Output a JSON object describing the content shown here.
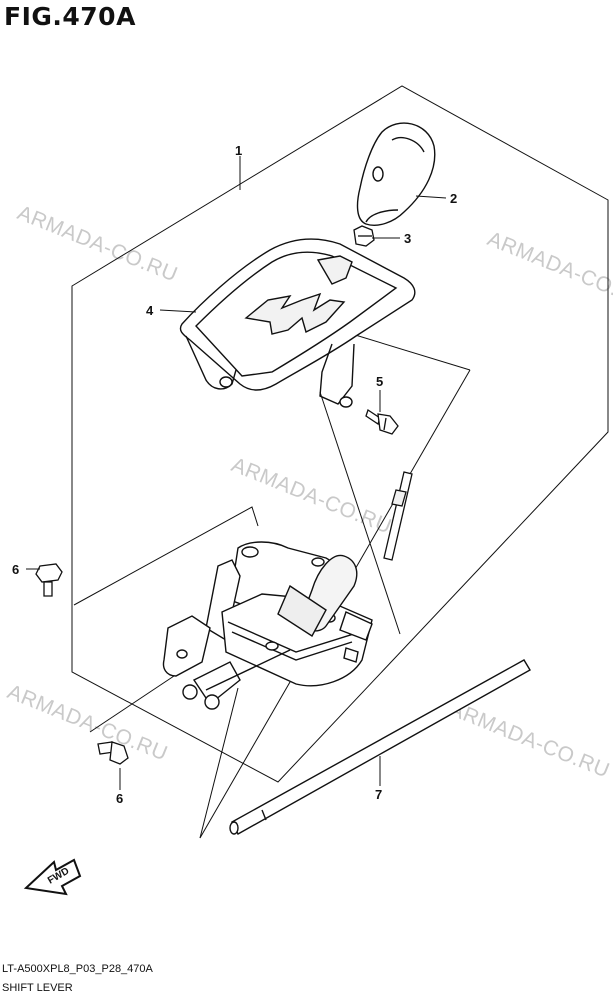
{
  "figure": {
    "title": "FIG.470A",
    "code": "LT-A500XPL8_P03_P28_470A",
    "name": "SHIFT LEVER"
  },
  "watermark": "ARMADA-CO.RU",
  "fwd_label": "FWD",
  "callouts": {
    "c1": "1",
    "c2": "2",
    "c3": "3",
    "c4": "4",
    "c5": "5",
    "c6a": "6",
    "c6b": "6",
    "c7": "7"
  },
  "parts": [
    {
      "ref": "1",
      "label": "shift-lever-assembly"
    },
    {
      "ref": "2",
      "label": "shift-knob"
    },
    {
      "ref": "3",
      "label": "nut"
    },
    {
      "ref": "4",
      "label": "shift-gate-plate"
    },
    {
      "ref": "5",
      "label": "bolt"
    },
    {
      "ref": "6",
      "label": "bolt"
    },
    {
      "ref": "7",
      "label": "shift-rod"
    }
  ]
}
